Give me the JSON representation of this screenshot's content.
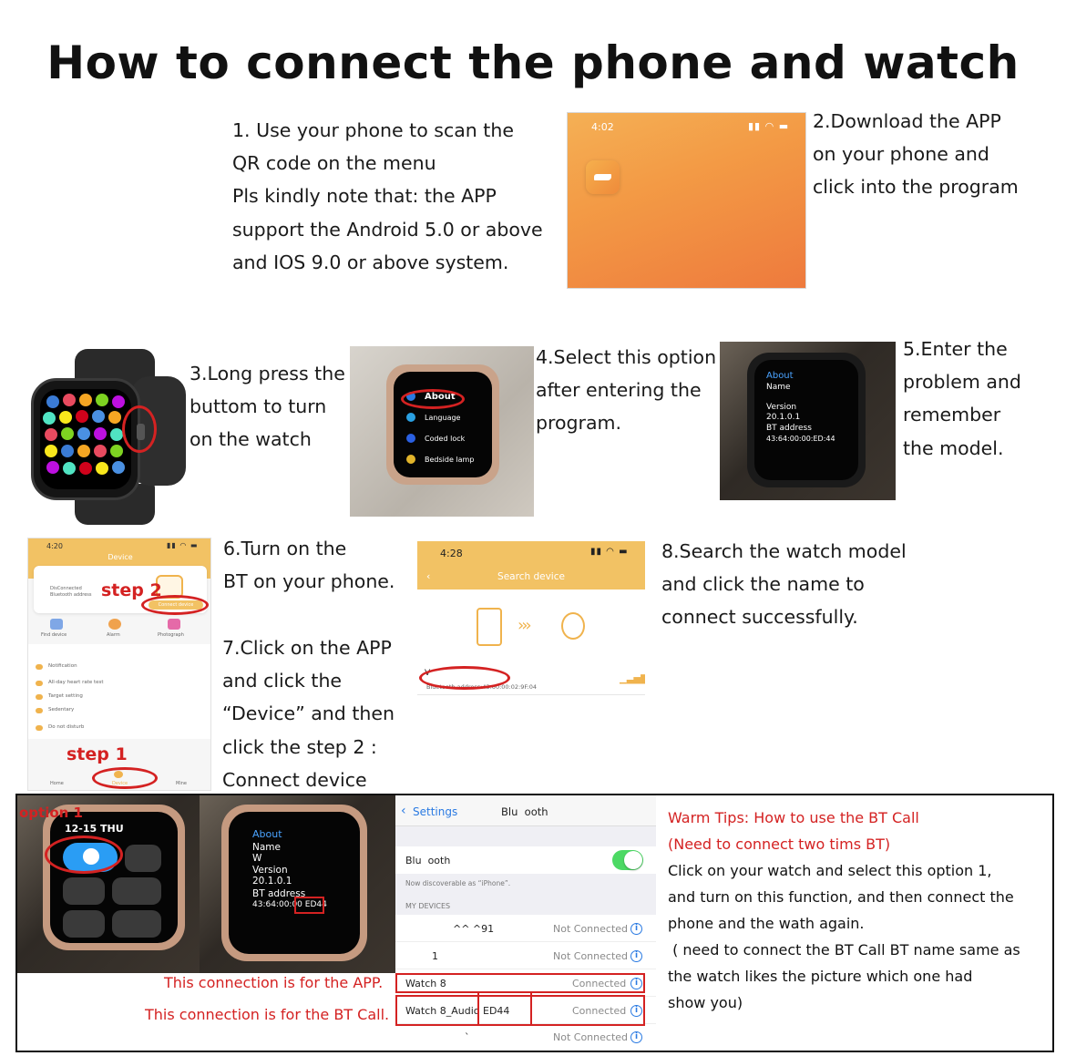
{
  "title": "How to connect the phone and watch",
  "step1": {
    "lines": [
      "1. Use your phone to scan the",
      "QR code on the menu",
      "Pls kindly note that: the APP",
      "support the Android 5.0 or above",
      "and IOS 9.0 or above system."
    ]
  },
  "step2": {
    "lines": [
      "2.Download the APP",
      "on your phone and",
      "click into the program"
    ],
    "screen_time": "4:02"
  },
  "step3": {
    "lines": [
      "3.Long press the",
      "buttom to turn",
      "on the watch"
    ]
  },
  "step4": {
    "lines": [
      "4.Select this option",
      "after entering the",
      "program."
    ],
    "menu": [
      "About",
      "Language",
      "Coded lock",
      "Bedside lamp"
    ]
  },
  "step5": {
    "lines": [
      "5.Enter the",
      "problem and",
      "remember",
      "the model."
    ],
    "screen": [
      "About",
      "Name",
      "Version",
      "20.1.0.1",
      "BT address",
      "43:64:00:00:ED:44"
    ]
  },
  "step6": {
    "lines": [
      "6.Turn on the",
      "BT on your phone."
    ]
  },
  "step7": {
    "lines": [
      "7.Click on the APP",
      "and click the",
      " “Device” and then",
      "click the step 2 :",
      "Connect device"
    ],
    "phone": {
      "time": "4:20",
      "header": "Device",
      "status": "DisConnected",
      "bt_address": "Bluetooth address",
      "connect": "Connect device",
      "shortcuts": [
        "Find device",
        "Alarm",
        "Photograph"
      ],
      "rows": [
        "Notification",
        "All-day heart rate test",
        "Target setting",
        "Sedentary",
        "Do not disturb"
      ],
      "tabs": [
        "Home",
        "Device",
        "Mine"
      ],
      "step1_label": "step 1",
      "step2_label": "step 2"
    }
  },
  "step8": {
    "lines": [
      "8.Search the watch model",
      "and click the name to",
      "connect successfully."
    ],
    "phone": {
      "time": "4:28",
      "header": "Search device",
      "address": "Bluetooth address:43:60:00:02:9F:04",
      "device_initial": "V"
    }
  },
  "bottom": {
    "option_label": "option 1",
    "watch1": {
      "date": "12-15 THU"
    },
    "watch2": {
      "lines": [
        "About",
        "Name",
        "W",
        "Version",
        "20.1.0.1",
        "BT address",
        "43:64:00:00 ED44"
      ]
    },
    "bt": {
      "back": "Settings",
      "title": "Blu  ooth",
      "toggle_label": "Blu  ooth",
      "discoverable": "Now discoverable as “iPhone”.",
      "section": "MY DEVICES",
      "devices": [
        {
          "name": "  ^^ ^91",
          "status": "Not Connected"
        },
        {
          "name": "1",
          "status": "Not Connected"
        },
        {
          "name": "Watch 8",
          "status": "Connected"
        },
        {
          "name": "Watch 8_Audio ED44",
          "status": "Connected"
        },
        {
          "name": "`",
          "status": "Not Connected"
        }
      ]
    },
    "caption_app": "This connection is for the APP.",
    "caption_bt": "This connection is for the BT Call.",
    "tips": [
      "Warm Tips: How to use the BT Call",
      "(Need to connect two tims BT)",
      "Click on your watch and select this option 1,",
      "and turn on this function, and then connect the",
      "phone and the wath again.",
      " ( need to connect the BT Call BT name same as",
      "the watch likes the picture which one had",
      "show you)"
    ]
  },
  "colors": {
    "accent_red": "#d42222",
    "app_orange": "#f39a45",
    "ios_green": "#4cd964",
    "ios_blue": "#2a7ae2"
  }
}
